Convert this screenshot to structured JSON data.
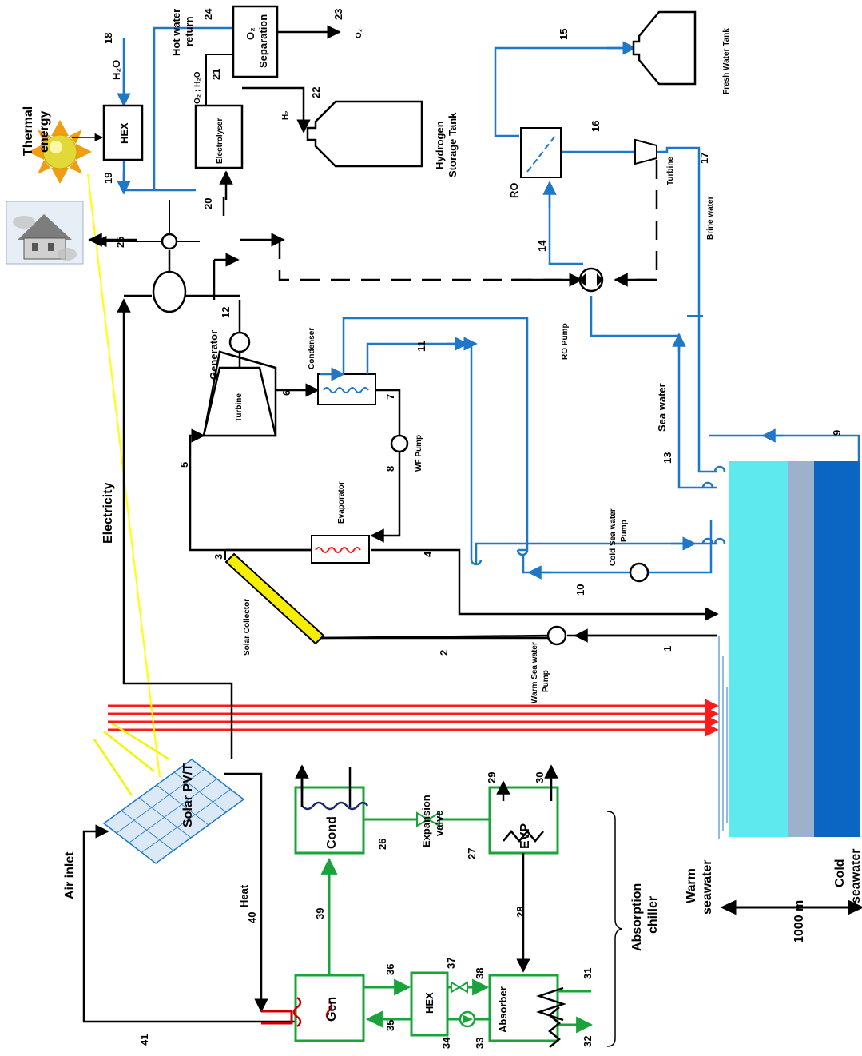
{
  "labels": {
    "thermal_energy": "Thermal\nenergy",
    "hex_top": "HEX",
    "h2o": "H₂O",
    "hot_water_return": "Hot water\nreturn",
    "o2_separation": "O₂\nSeparation",
    "o2": "O₂",
    "o2_h2o": "O₂ ; H₂O",
    "electrolyser": "Electrolyser",
    "h2": "H₂",
    "hydrogen_storage_tank": "Hydrogen\nStorage Tank",
    "fresh_water_tank": "Fresh Water Tank",
    "ro": "RO",
    "turbine_ro": "Turbine",
    "brine_water": "Brine water",
    "ro_pump": "RO Pump",
    "sea_water": "Sea water",
    "generator": "Generator",
    "condenser": "Condenser",
    "turbine_orc": "Turbine",
    "wf_pump": "WF Pump",
    "evaporator": "Evaporator",
    "cold_sea_water_pump": "Cold  Sea water\nPump",
    "solar_collector": "Solar Collector",
    "warm_sea_water_pump": "Warm Sea water\nPump",
    "electricity": "Electricity",
    "solar_pvt": "Solar\nPV/T",
    "air_inlet": "Air inlet",
    "heat": "Heat",
    "cond": "Cond",
    "expansion_valve": "Expansion\nvalve",
    "evp": "EVP",
    "gen": "Gen",
    "hex_bottom": "HEX",
    "absorber": "Absorber",
    "absorption_chiller": "Absorption\nchiller",
    "warm_seawater": "Warm\nseawater",
    "cold_seawater": "Cold\nseawater",
    "distance": "1000 m"
  },
  "streams": [
    "1",
    "2",
    "3",
    "4",
    "5",
    "6",
    "7",
    "8",
    "9",
    "10",
    "11",
    "12",
    "13",
    "14",
    "15",
    "16",
    "17",
    "18",
    "19",
    "20",
    "21",
    "22",
    "23",
    "24",
    "25",
    "26",
    "27",
    "28",
    "29",
    "30",
    "31",
    "32",
    "33",
    "34",
    "35",
    "36",
    "37",
    "38",
    "39",
    "40",
    "41"
  ],
  "colors": {
    "water": "#1f77c8",
    "power": "#000000",
    "chiller": "#1aa33a",
    "sun_rays": "#ff1a1a",
    "sea_warm": "#5ee9ee",
    "sea_mid": "#9db0cc",
    "sea_cold": "#0a66c2",
    "collector": "#f5ee00"
  }
}
